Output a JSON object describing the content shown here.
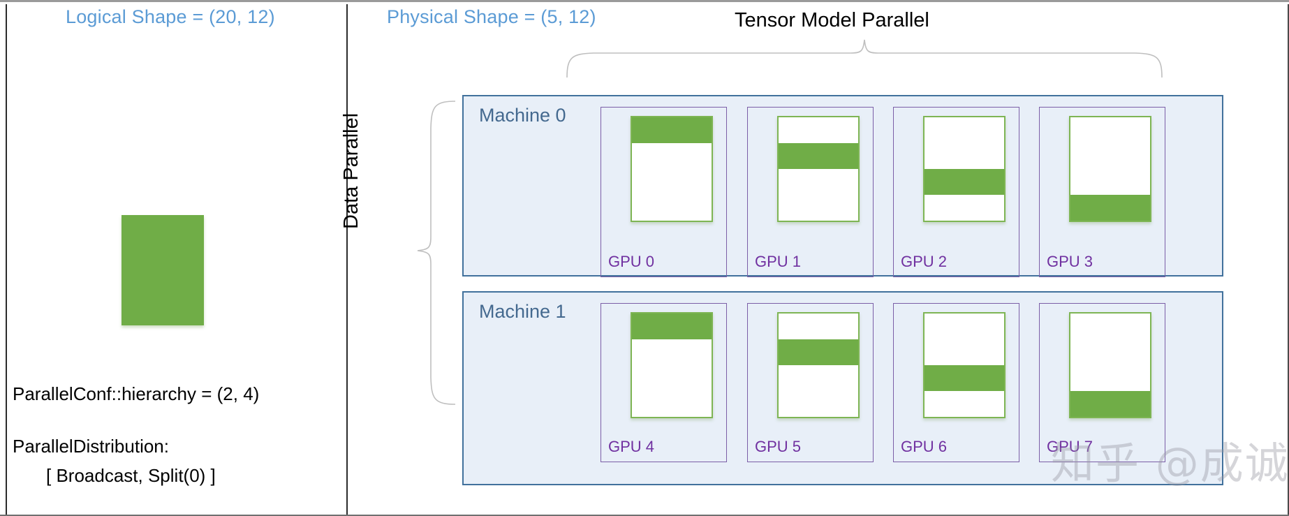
{
  "figure": {
    "left_panel": {
      "heading": "Logical Shape = (20, 12)",
      "parallelconf_line": "ParallelConf::hierarchy = (2, 4)",
      "paralleldistribution_label": "ParallelDistribution:",
      "paralleldistribution_value": "[ Broadcast, Split(0)  ]"
    },
    "right_panel": {
      "heading": "Physical Shape = (5, 12)",
      "tensor_model_parallel_title": "Tensor Model Parallel",
      "data_parallel_title": "Data Parallel"
    },
    "machines": [
      {
        "label": "Machine 0",
        "gpus": [
          {
            "label": "GPU 0",
            "fill_top_pct": 0,
            "fill_height_pct": 25
          },
          {
            "label": "GPU 1",
            "fill_top_pct": 25,
            "fill_height_pct": 25
          },
          {
            "label": "GPU 2",
            "fill_top_pct": 50,
            "fill_height_pct": 25
          },
          {
            "label": "GPU 3",
            "fill_top_pct": 75,
            "fill_height_pct": 25
          }
        ]
      },
      {
        "label": "Machine 1",
        "gpus": [
          {
            "label": "GPU 4",
            "fill_top_pct": 0,
            "fill_height_pct": 25
          },
          {
            "label": "GPU 5",
            "fill_top_pct": 25,
            "fill_height_pct": 25
          },
          {
            "label": "GPU 6",
            "fill_top_pct": 50,
            "fill_height_pct": 25
          },
          {
            "label": "GPU 7",
            "fill_top_pct": 75,
            "fill_height_pct": 25
          }
        ]
      }
    ],
    "watermark": "知乎 @成诚",
    "colors": {
      "tensor_green": "#70ad47",
      "heading_blue": "#5b9bd5",
      "machine_panel_fill": "#e8eff8",
      "machine_panel_border": "#41719c",
      "machine_label": "#44698f",
      "gpu_card_border": "#7b5ea7",
      "gpu_label_purple": "#7030a0"
    }
  }
}
